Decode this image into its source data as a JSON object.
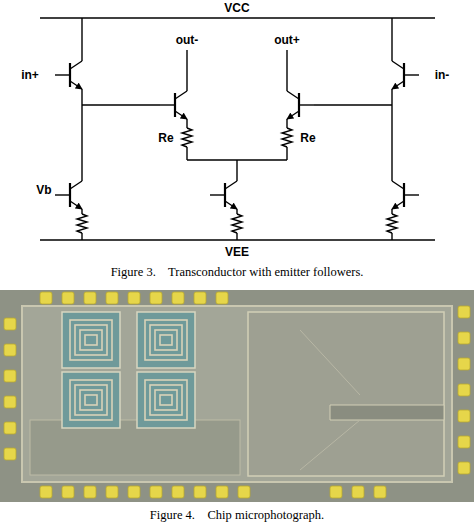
{
  "diagram": {
    "labels": [
      "VCC",
      "in+",
      "out-",
      "out+",
      "in-",
      "Re",
      "Re",
      "Vb",
      "VEE",
      "Figure 3.    Transconductor with emitter followers.",
      "Figure 4.    Chip microphotograph."
    ]
  }
}
